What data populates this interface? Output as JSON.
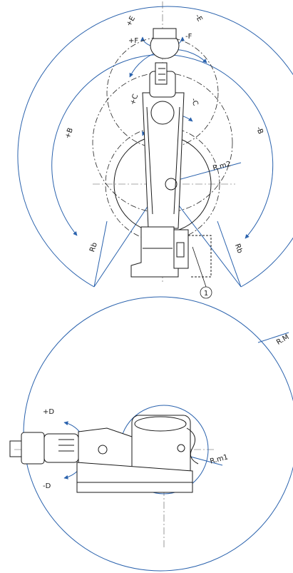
{
  "colors": {
    "dimension": "#2a62ad",
    "robot": "#1a1a1a",
    "background": "#ffffff"
  },
  "top_view": {
    "axis_labels": {
      "e_plus": "+E",
      "e_minus": "-E",
      "f_plus": "+F",
      "f_minus": "-F",
      "c_plus": "+C",
      "c_minus": "-C",
      "b_plus": "+B",
      "b_minus": "-B"
    },
    "radius_labels": {
      "rm2": "R.m2",
      "rb_left": "Rb",
      "rb_right": "Rb"
    },
    "callout": "1"
  },
  "bottom_view": {
    "axis_labels": {
      "d_plus": "+D",
      "d_minus": "-D"
    },
    "radius_labels": {
      "rm": "R.M",
      "rm1": "R.m1"
    }
  }
}
